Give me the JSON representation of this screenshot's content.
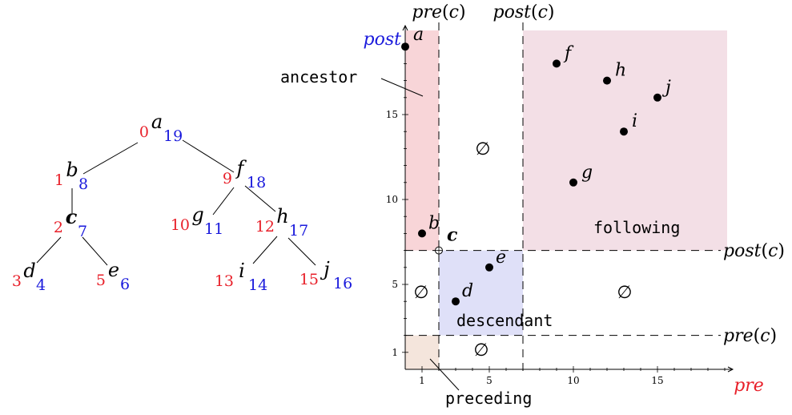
{
  "colors": {
    "pre": "#e8202a",
    "post": "#1a1adc",
    "ink": "#000000",
    "ancestor_fill": "#f8d5d8",
    "following_fill": "#f3dfe6",
    "descendant_fill": "#dfe0f8",
    "preceding_fill": "#f4e5dc"
  },
  "tree": {
    "nodes": [
      {
        "id": "a",
        "label": "a",
        "pre": "0",
        "post": "19"
      },
      {
        "id": "b",
        "label": "b",
        "pre": "1",
        "post": "8"
      },
      {
        "id": "c",
        "label": "c",
        "pre": "2",
        "post": "7",
        "emphasis": true
      },
      {
        "id": "d",
        "label": "d",
        "pre": "3",
        "post": "4"
      },
      {
        "id": "e",
        "label": "e",
        "pre": "5",
        "post": "6"
      },
      {
        "id": "f",
        "label": "f",
        "pre": "9",
        "post": "18"
      },
      {
        "id": "g",
        "label": "g",
        "pre": "10",
        "post": "11"
      },
      {
        "id": "h",
        "label": "h",
        "pre": "12",
        "post": "17"
      },
      {
        "id": "i",
        "label": "i",
        "pre": "13",
        "post": "14"
      },
      {
        "id": "j",
        "label": "j",
        "pre": "15",
        "post": "16"
      }
    ],
    "edges": [
      [
        "a",
        "b"
      ],
      [
        "a",
        "f"
      ],
      [
        "b",
        "c"
      ],
      [
        "c",
        "d"
      ],
      [
        "c",
        "e"
      ],
      [
        "f",
        "g"
      ],
      [
        "f",
        "h"
      ],
      [
        "h",
        "i"
      ],
      [
        "h",
        "j"
      ]
    ]
  },
  "chart_data": {
    "type": "scatter",
    "xlabel": "pre",
    "ylabel": "post",
    "xlim": [
      0,
      19
    ],
    "ylim": [
      0,
      19.5
    ],
    "xticks": [
      "1",
      "5",
      "10",
      "15"
    ],
    "yticks": [
      "1",
      "5",
      "10",
      "15"
    ],
    "points": [
      {
        "label": "a",
        "x": 0,
        "y": 19
      },
      {
        "label": "b",
        "x": 1,
        "y": 8
      },
      {
        "label": "c",
        "x": 2,
        "y": 7,
        "hollow": true,
        "emphasis": true
      },
      {
        "label": "d",
        "x": 3,
        "y": 4
      },
      {
        "label": "e",
        "x": 5,
        "y": 6
      },
      {
        "label": "f",
        "x": 9,
        "y": 18
      },
      {
        "label": "g",
        "x": 10,
        "y": 11
      },
      {
        "label": "h",
        "x": 12,
        "y": 17
      },
      {
        "label": "i",
        "x": 13,
        "y": 14
      },
      {
        "label": "j",
        "x": 15,
        "y": 16
      }
    ],
    "c_pre": 2,
    "c_post": 7,
    "dashed_lines": {
      "top_left": "pre(c)",
      "top_right": "post(c)",
      "right_upper": "post(c)",
      "right_lower": "pre(c)"
    },
    "regions": {
      "ancestor": "ancestor",
      "following": "following",
      "descendant": "descendant",
      "preceding": "preceding",
      "empty_symbol": "∅"
    }
  }
}
